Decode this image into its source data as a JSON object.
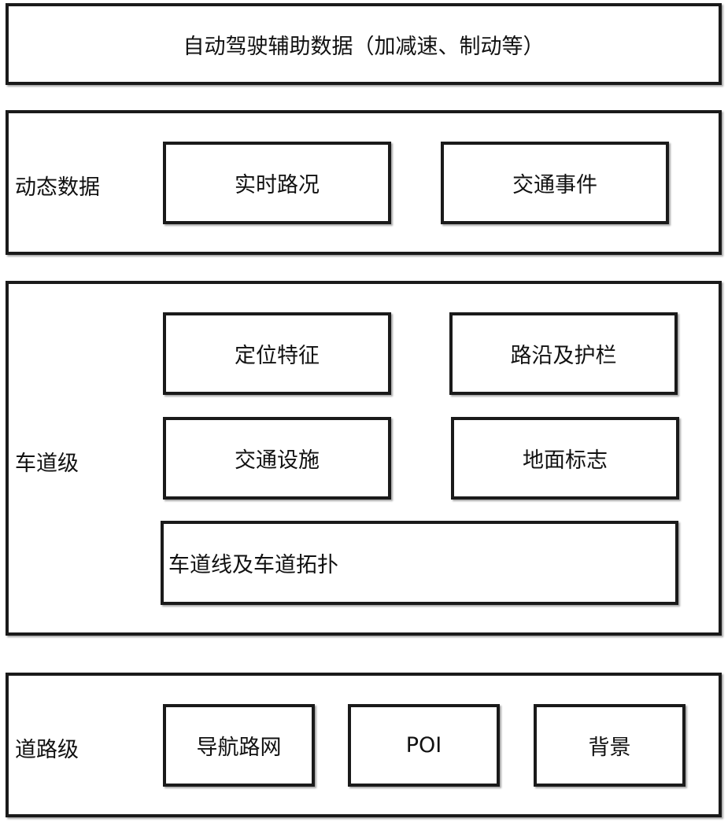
{
  "adas_layer": {
    "title": "自动驾驶辅助数据（加减速、制动等）"
  },
  "dynamic_layer": {
    "label": "动态数据",
    "boxes": [
      "实时路况",
      "交通事件"
    ]
  },
  "lane_layer": {
    "label": "车道级",
    "boxes": [
      "定位特征",
      "路沿及护栏",
      "交通设施",
      "地面标志",
      "车道线及车道拓扑"
    ]
  },
  "road_layer": {
    "label": "道路级",
    "boxes": [
      "导航路网",
      "POI",
      "背景"
    ]
  }
}
